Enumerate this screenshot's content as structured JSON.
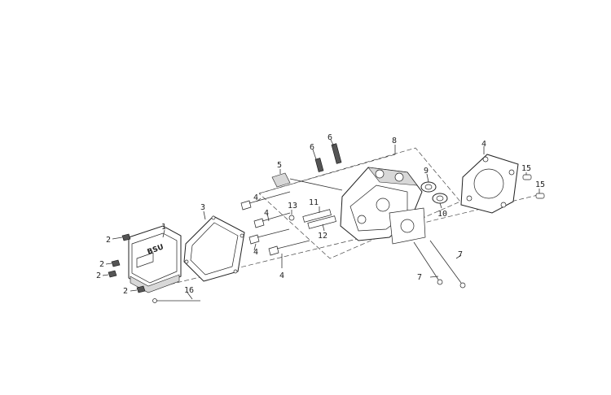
{
  "callouts": [
    {
      "id": "c1",
      "label": "1"
    },
    {
      "id": "c2a",
      "label": "2"
    },
    {
      "id": "c2b",
      "label": "2"
    },
    {
      "id": "c2c",
      "label": "2"
    },
    {
      "id": "c2d",
      "label": "2"
    },
    {
      "id": "c3",
      "label": "3"
    },
    {
      "id": "c4a",
      "label": "4"
    },
    {
      "id": "c4b",
      "label": "4"
    },
    {
      "id": "c4c",
      "label": "4"
    },
    {
      "id": "c4d",
      "label": "4"
    },
    {
      "id": "c4e",
      "label": "4"
    },
    {
      "id": "c5",
      "label": "5"
    },
    {
      "id": "c6a",
      "label": "6"
    },
    {
      "id": "c6b",
      "label": "6"
    },
    {
      "id": "c7a",
      "label": "7"
    },
    {
      "id": "c7b",
      "label": "7"
    },
    {
      "id": "c8",
      "label": "8"
    },
    {
      "id": "c9",
      "label": "9"
    },
    {
      "id": "c10",
      "label": "10"
    },
    {
      "id": "c11",
      "label": "11"
    },
    {
      "id": "c12",
      "label": "12"
    },
    {
      "id": "c13",
      "label": "13"
    },
    {
      "id": "c15a",
      "label": "15"
    },
    {
      "id": "c15b",
      "label": "15"
    },
    {
      "id": "c16",
      "label": "16"
    }
  ],
  "cover_logo_text": "BSU"
}
